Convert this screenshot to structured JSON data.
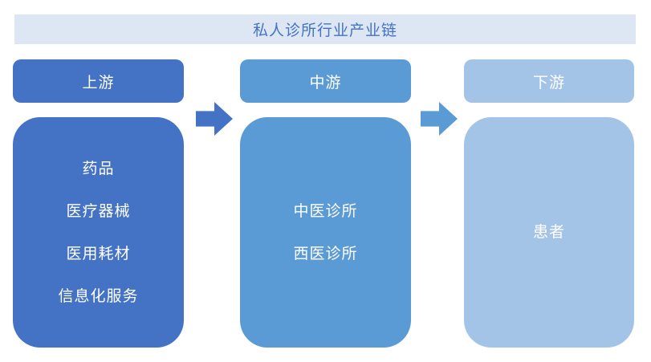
{
  "title": "私人诊所行业产业链",
  "colors": {
    "banner_bg": "#DCE7F3",
    "title_text": "#4472C4",
    "upstream_fill": "#4472C4",
    "midstream_fill": "#5B9BD5",
    "downstream_fill": "#A3C4E6",
    "arrow_1_fill": "#4472C4",
    "arrow_2_fill": "#5B9BD5",
    "box_text": "#FFFFFF"
  },
  "columns": [
    {
      "id": "upstream",
      "header": "上游",
      "items": [
        "药品",
        "医疗器械",
        "医用耗材",
        "信息化服务"
      ]
    },
    {
      "id": "midstream",
      "header": "中游",
      "items": [
        "中医诊所",
        "西医诊所"
      ]
    },
    {
      "id": "downstream",
      "header": "下游",
      "items": [
        "患者"
      ]
    }
  ],
  "arrows": [
    {
      "icon": "right-arrow-icon",
      "from": "上游",
      "to": "中游"
    },
    {
      "icon": "right-arrow-icon",
      "from": "中游",
      "to": "下游"
    }
  ]
}
